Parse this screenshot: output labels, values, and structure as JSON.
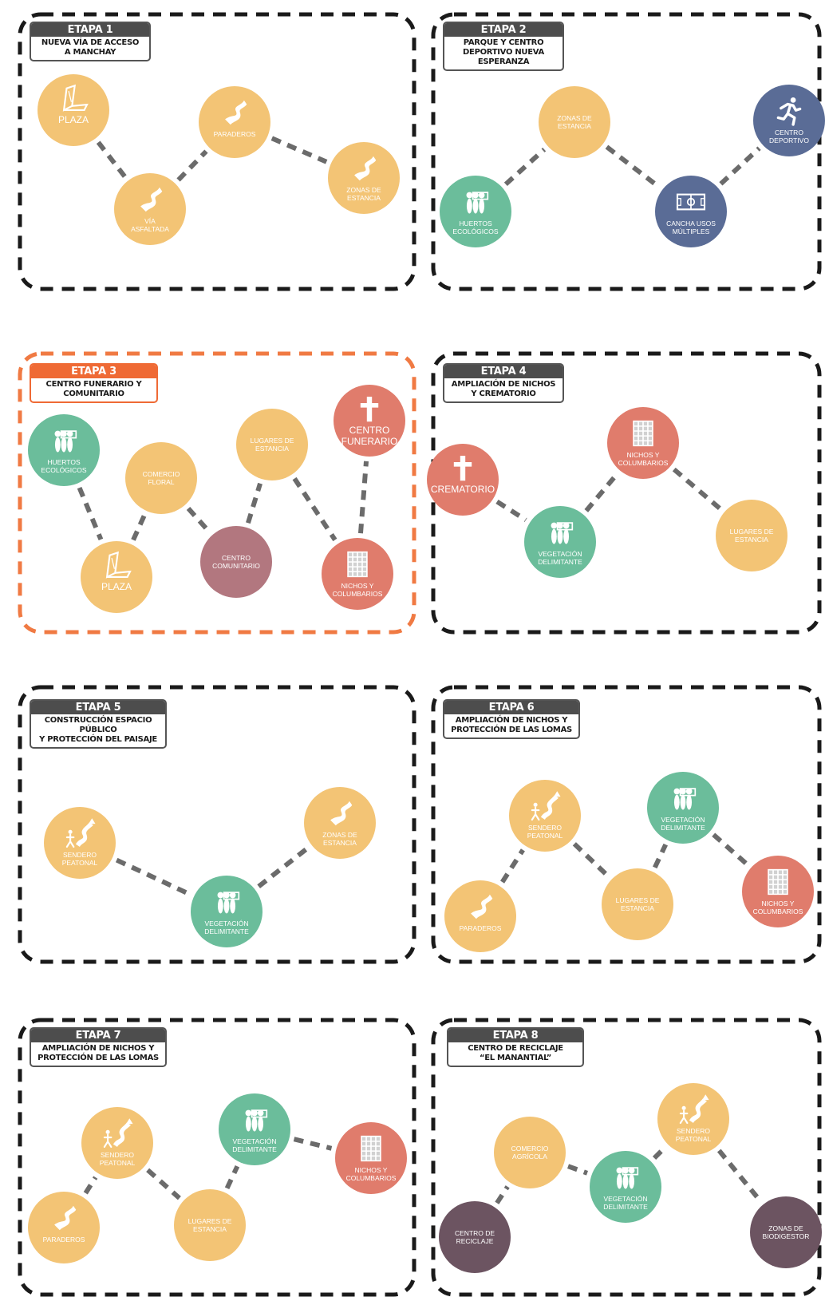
{
  "colors": {
    "border_dark": "#1a1a1a",
    "border_orange": "#f07a43",
    "head_dark": "#4d4d4d",
    "head_orange": "#ef6a35",
    "yellow": "#f3c475",
    "green": "#6bbd9b",
    "blue": "#5a6c96",
    "salmon": "#e07c6c",
    "mauve": "#b2777f",
    "plum": "#6c5461",
    "edge": "#6b6b6b"
  },
  "stages": [
    {
      "label": "ETAPA 1",
      "subtitle": "NUEVA VÍA DE ACCESO\nA MANCHAY",
      "nodes": [
        {
          "label": "PLAZA",
          "icon": "plaza-icon",
          "color": "yellow"
        },
        {
          "label": "VÍA\nASFALTADA",
          "icon": "road-icon",
          "color": "yellow"
        },
        {
          "label": "PARADEROS",
          "icon": "road-icon",
          "color": "yellow"
        },
        {
          "label": "ZONAS DE\nESTANCIA",
          "icon": "road-icon",
          "color": "yellow"
        }
      ],
      "edges": [
        [
          0,
          1
        ],
        [
          1,
          2
        ],
        [
          2,
          3
        ]
      ]
    },
    {
      "label": "ETAPA 2",
      "subtitle": "PARQUE Y CENTRO\nDEPORTIVO NUEVA ESPERANZA",
      "nodes": [
        {
          "label": "HUERTOS\nECOLÓGICOS",
          "icon": "garden-icon",
          "color": "green"
        },
        {
          "label": "ZONAS DE\nESTANCIA",
          "icon": "",
          "color": "yellow"
        },
        {
          "label": "CANCHA USOS\nMÚLTIPLES",
          "icon": "court-icon",
          "color": "blue"
        },
        {
          "label": "CENTRO\nDEPORTIVO",
          "icon": "runner-icon",
          "color": "blue"
        }
      ],
      "edges": [
        [
          0,
          1
        ],
        [
          1,
          2
        ],
        [
          2,
          3
        ]
      ]
    },
    {
      "label": "ETAPA 3",
      "subtitle": "CENTRO FUNERARIO Y\nCOMUNITARIO",
      "highlight": true,
      "nodes": [
        {
          "label": "HUERTOS\nECOLÓGICOS",
          "icon": "garden-icon",
          "color": "green"
        },
        {
          "label": "PLAZA",
          "icon": "plaza-icon",
          "color": "yellow"
        },
        {
          "label": "COMERCIO\nFLORAL",
          "icon": "",
          "color": "yellow"
        },
        {
          "label": "CENTRO\nCOMUNITARIO",
          "icon": "",
          "color": "mauve"
        },
        {
          "label": "LUGARES DE\nESTANCIA",
          "icon": "",
          "color": "yellow"
        },
        {
          "label": "NICHOS Y\nCOLUMBARIOS",
          "icon": "niches-icon",
          "color": "salmon"
        },
        {
          "label": "CENTRO\nFUNERARIO",
          "icon": "cross-icon",
          "color": "salmon"
        }
      ],
      "edges": [
        [
          0,
          1
        ],
        [
          1,
          2
        ],
        [
          2,
          3
        ],
        [
          3,
          4
        ],
        [
          4,
          5
        ],
        [
          5,
          6
        ]
      ]
    },
    {
      "label": "ETAPA 4",
      "subtitle": "AMPLIACIÓN DE NICHOS\nY CREMATORIO",
      "nodes": [
        {
          "label": "CREMATORIO",
          "icon": "cross-icon",
          "color": "salmon"
        },
        {
          "label": "VEGETACIÓN\nDELIMITANTE",
          "icon": "garden-icon",
          "color": "green"
        },
        {
          "label": "NICHOS Y\nCOLUMBARIOS",
          "icon": "niches-icon",
          "color": "salmon"
        },
        {
          "label": "LUGARES DE\nESTANCIA",
          "icon": "",
          "color": "yellow"
        }
      ],
      "edges": [
        [
          0,
          1
        ],
        [
          1,
          2
        ],
        [
          2,
          3
        ]
      ]
    },
    {
      "label": "ETAPA 5",
      "subtitle": "CONSTRUCCIÓN ESPACIO PÚBLICO\nY PROTECCIÓN DEL PAISAJE",
      "nodes": [
        {
          "label": "SENDERO\nPEATONAL",
          "icon": "hiker-icon",
          "color": "yellow"
        },
        {
          "label": "VEGETACIÓN\nDELIMITANTE",
          "icon": "garden-icon",
          "color": "green"
        },
        {
          "label": "ZONAS DE\nESTANCIA",
          "icon": "road-icon",
          "color": "yellow"
        }
      ],
      "edges": [
        [
          0,
          1
        ],
        [
          1,
          2
        ]
      ]
    },
    {
      "label": "ETAPA 6",
      "subtitle": "AMPLIACIÓN DE NICHOS Y\nPROTECCIÓN DE LAS LOMAS",
      "nodes": [
        {
          "label": "PARADEROS",
          "icon": "road-icon",
          "color": "yellow"
        },
        {
          "label": "SENDERO\nPEATONAL",
          "icon": "hiker-icon",
          "color": "yellow"
        },
        {
          "label": "LUGARES DE\nESTANCIA",
          "icon": "",
          "color": "yellow"
        },
        {
          "label": "VEGETACIÓN\nDELIMITANTE",
          "icon": "garden-icon",
          "color": "green"
        },
        {
          "label": "NICHOS Y\nCOLUMBARIOS",
          "icon": "niches-icon",
          "color": "salmon"
        }
      ],
      "edges": [
        [
          0,
          1
        ],
        [
          1,
          2
        ],
        [
          2,
          3
        ],
        [
          3,
          4
        ]
      ]
    },
    {
      "label": "ETAPA 7",
      "subtitle": "AMPLIACIÓN DE NICHOS Y\nPROTECCIÓN DE LAS LOMAS",
      "nodes": [
        {
          "label": "PARADEROS",
          "icon": "road-icon",
          "color": "yellow"
        },
        {
          "label": "SENDERO\nPEATONAL",
          "icon": "hiker-icon",
          "color": "yellow"
        },
        {
          "label": "LUGARES DE\nESTANCIA",
          "icon": "",
          "color": "yellow"
        },
        {
          "label": "VEGETACIÓN\nDELIMITANTE",
          "icon": "garden-icon",
          "color": "green"
        },
        {
          "label": "NICHOS Y\nCOLUMBARIOS",
          "icon": "niches-icon",
          "color": "salmon"
        }
      ],
      "edges": [
        [
          0,
          1
        ],
        [
          1,
          2
        ],
        [
          2,
          3
        ],
        [
          3,
          4
        ]
      ]
    },
    {
      "label": "ETAPA 8",
      "subtitle": "CENTRO DE RECICLAJE\n“EL MANANTIAL”",
      "nodes": [
        {
          "label": "CENTRO DE\nRECICLAJE",
          "icon": "",
          "color": "plum"
        },
        {
          "label": "COMERCIO\nAGRÍCOLA",
          "icon": "",
          "color": "yellow"
        },
        {
          "label": "VEGETACIÓN\nDELIMITANTE",
          "icon": "garden-icon",
          "color": "green"
        },
        {
          "label": "SENDERO\nPEATONAL",
          "icon": "hiker-icon",
          "color": "yellow"
        },
        {
          "label": "ZONAS DE\nBIODIGESTOR",
          "icon": "",
          "color": "plum"
        }
      ],
      "edges": [
        [
          0,
          1
        ],
        [
          1,
          2
        ],
        [
          2,
          3
        ],
        [
          3,
          4
        ]
      ]
    }
  ]
}
